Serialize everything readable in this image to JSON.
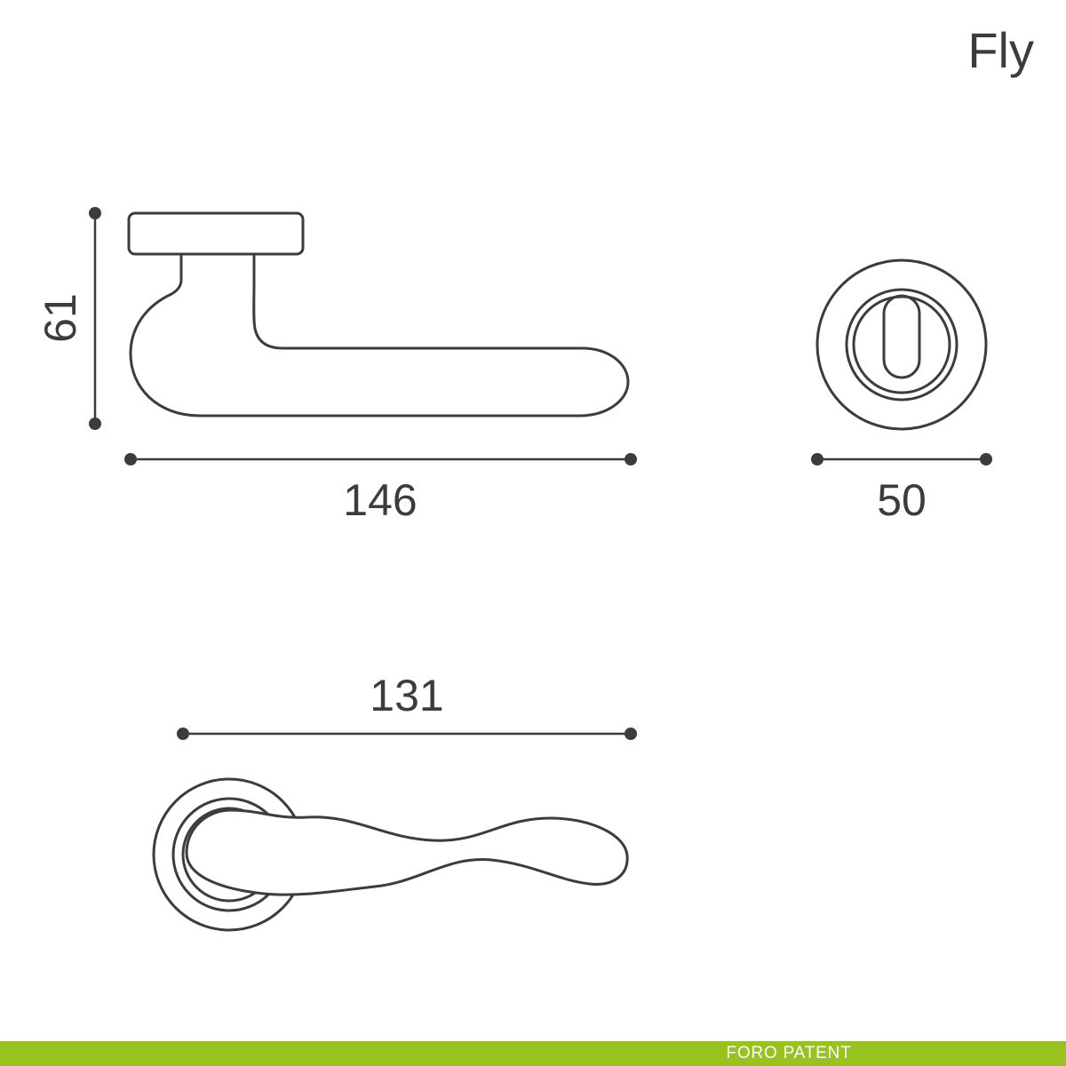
{
  "title": "Fly",
  "views": {
    "side": {
      "name": "handle side view",
      "height_label": "61",
      "length_label": "146"
    },
    "rosette_front": {
      "name": "keyhole rosette front view",
      "diameter_label": "50"
    },
    "top": {
      "name": "handle top view",
      "length_label": "131"
    }
  },
  "footer": {
    "label": "FORO PATENT"
  },
  "colors": {
    "line": "#3C3C3B",
    "accent_green": "#98C21E",
    "background": "#FFFFFF",
    "footer_text": "#FFFFFF"
  }
}
